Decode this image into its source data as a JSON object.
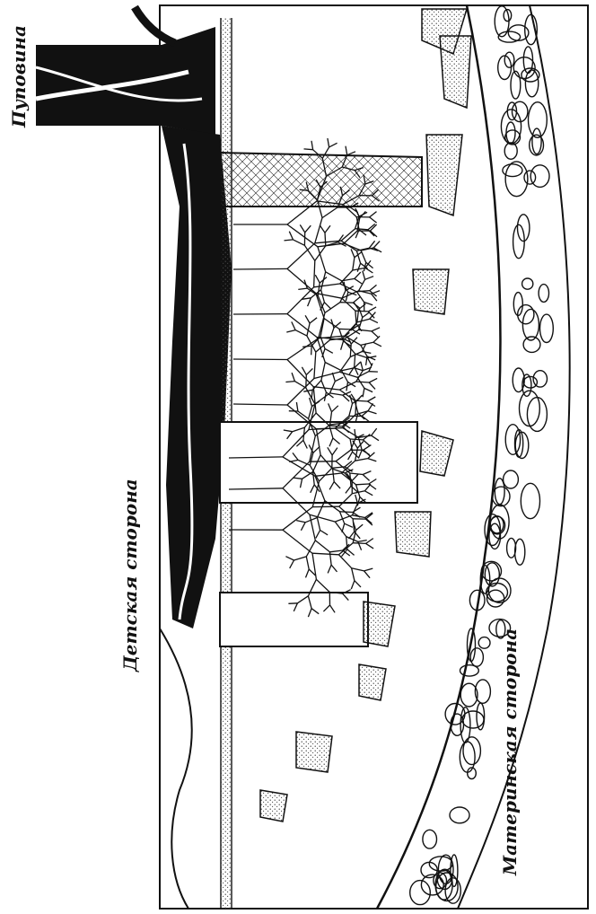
{
  "labels": {
    "umbilical_cord": "Пуповина",
    "fetal_side": "Детская сторона",
    "maternal_side": "Материнская сторона"
  },
  "colors": {
    "ink": "#111111",
    "paper": "#ffffff",
    "stipple": "#444444"
  }
}
